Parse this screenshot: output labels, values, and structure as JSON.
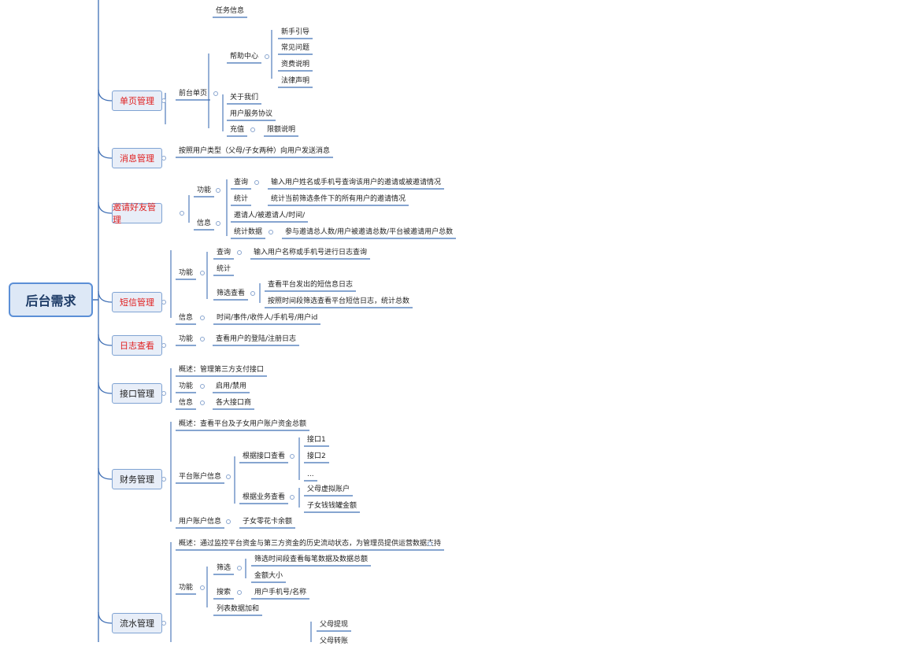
{
  "root": {
    "label": "后台需求"
  },
  "colors": {
    "line": "#3f6fb5",
    "red": "#e02020",
    "node_fill": "#e8eef8",
    "node_border": "#7fa3d3"
  },
  "categories": [
    {
      "label": "单页管理",
      "color": "red"
    },
    {
      "label": "消息管理",
      "color": "red"
    },
    {
      "label": "邀请好友管理",
      "color": "red"
    },
    {
      "label": "短信管理",
      "color": "red"
    },
    {
      "label": "日志查看",
      "color": "red"
    },
    {
      "label": "接口管理",
      "color": "black"
    },
    {
      "label": "财务管理",
      "color": "black"
    },
    {
      "label": "流水管理",
      "color": "black"
    }
  ],
  "nodes": [
    {
      "label": ""
    },
    {
      "label": "任务信息"
    },
    {
      "label": "前台单页"
    },
    {
      "label": "帮助中心"
    },
    {
      "label": "新手引导"
    },
    {
      "label": "常见问题"
    },
    {
      "label": "资费说明"
    },
    {
      "label": "法律声明"
    },
    {
      "label": "关于我们"
    },
    {
      "label": "用户服务协议"
    },
    {
      "label": "充值"
    },
    {
      "label": "限额说明"
    },
    {
      "label": "按照用户类型（父母/子女两种）向用户发送消息"
    },
    {
      "label": "功能"
    },
    {
      "label": "查询"
    },
    {
      "label": "输入用户姓名或手机号查询该用户的邀请或被邀请情况"
    },
    {
      "label": "统计"
    },
    {
      "label": "统计当前筛选条件下的所有用户的邀请情况"
    },
    {
      "label": "信息"
    },
    {
      "label": "邀请人/被邀请人/时间/"
    },
    {
      "label": "统计数据"
    },
    {
      "label": "参与邀请总人数/用户被邀请总数/平台被邀请用户总数"
    },
    {
      "label": "功能"
    },
    {
      "label": "查询"
    },
    {
      "label": "输入用户名称或手机号进行日志查询"
    },
    {
      "label": "统计"
    },
    {
      "label": "筛选查看"
    },
    {
      "label": "查看平台发出的短信息日志"
    },
    {
      "label": "按照时间段筛选查看平台短信日志，统计总数"
    },
    {
      "label": "信息"
    },
    {
      "label": "时间/事件/收件人/手机号/用户id"
    },
    {
      "label": "功能"
    },
    {
      "label": "查看用户的登陆/注册日志"
    },
    {
      "label": "概述：管理第三方支付接口"
    },
    {
      "label": "功能"
    },
    {
      "label": "启用/禁用"
    },
    {
      "label": "信息"
    },
    {
      "label": "各大接口商"
    },
    {
      "label": "概述：查看平台及子女用户账户资金总额"
    },
    {
      "label": "平台账户信息"
    },
    {
      "label": "根据接口查看"
    },
    {
      "label": "接口1"
    },
    {
      "label": "接口2"
    },
    {
      "label": "..."
    },
    {
      "label": "根据业务查看"
    },
    {
      "label": "父母虚拟账户"
    },
    {
      "label": "子女钱钱罐金额"
    },
    {
      "label": "用户账户信息"
    },
    {
      "label": "子女零花卡余额"
    },
    {
      "label": "概述：通过监控平台资金与第三方资金的历史流动状态，为管理员提供运营数据支持"
    },
    {
      "label": "功能"
    },
    {
      "label": "筛选"
    },
    {
      "label": "筛选时间段查看每笔数据及数据总额"
    },
    {
      "label": "金额大小"
    },
    {
      "label": "搜索"
    },
    {
      "label": "用户手机号/名称"
    },
    {
      "label": "列表数据加和"
    },
    {
      "label": "父母提现"
    },
    {
      "label": "父母转账"
    }
  ]
}
